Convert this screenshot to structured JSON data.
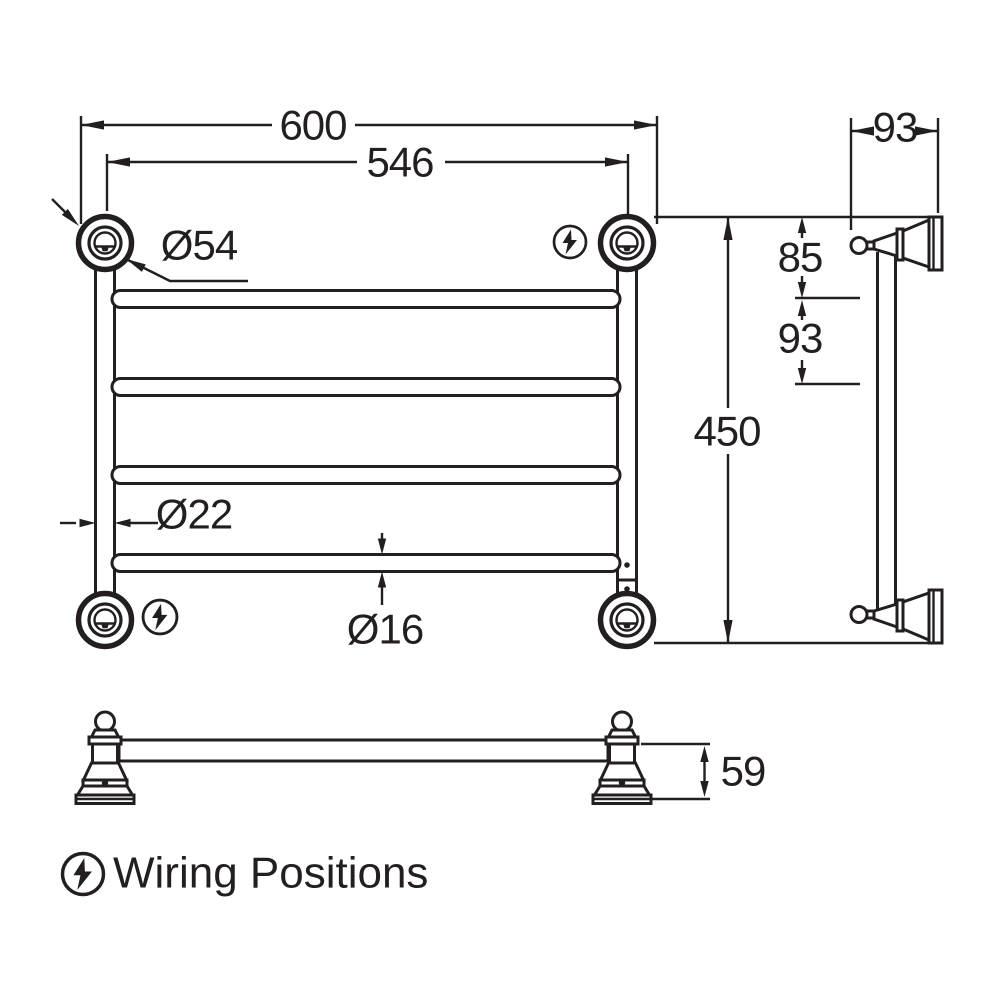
{
  "drawing": {
    "colors": {
      "line": "#231f20",
      "background": "#ffffff"
    },
    "dimensions": {
      "overall_width": "600",
      "mounting_centres": "546",
      "flange_diameter": "Ø54",
      "rail_diameter": "Ø22",
      "bar_diameter": "Ø16",
      "overall_height": "450",
      "wall_projection": "93",
      "top_bar_offset": "85",
      "bar_spacing": "93",
      "bracket_height": "59"
    },
    "legend": {
      "label": "Wiring Positions",
      "icon": "lightning-bolt-icon"
    }
  }
}
